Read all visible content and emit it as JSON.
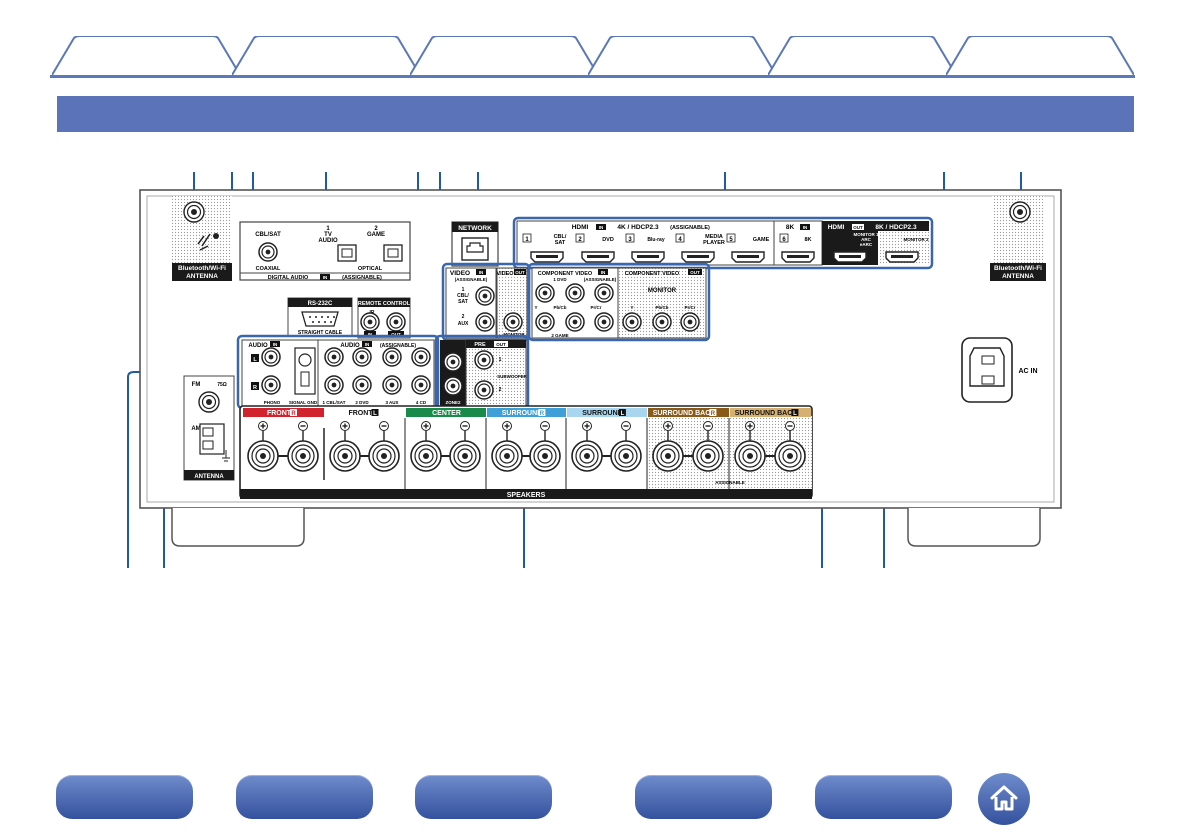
{
  "tabs": [
    {
      "label": ""
    },
    {
      "label": ""
    },
    {
      "label": ""
    },
    {
      "label": ""
    },
    {
      "label": ""
    },
    {
      "label": ""
    }
  ],
  "section_title": "",
  "panel": {
    "bt_antenna_left": [
      "Bluetooth/Wi-Fi",
      "ANTENNA"
    ],
    "bt_antenna_right": [
      "Bluetooth/Wi-Fi",
      "ANTENNA"
    ],
    "digital_audio": {
      "coaxial_top": "CBL/SAT",
      "coaxial_bottom": "COAXIAL",
      "opt1_num": "1",
      "opt1_name": [
        "TV",
        "AUDIO"
      ],
      "opt2_num": "2",
      "opt2_name": "GAME",
      "optical": "OPTICAL",
      "footer": "DIGITAL AUDIO",
      "footer_in": "IN",
      "footer_assignable": "(ASSIGNABLE)"
    },
    "network": "NETWORK",
    "hdmi_in": {
      "title": "HDMI",
      "in": "IN",
      "spec": "4K / HDCP2.3",
      "assignable": "(ASSIGNABLE)",
      "ports": [
        {
          "num": "1",
          "name": [
            "CBL/",
            "SAT"
          ]
        },
        {
          "num": "2",
          "name": [
            "DVD"
          ]
        },
        {
          "num": "3",
          "name": [
            "Blu-ray"
          ]
        },
        {
          "num": "4",
          "name": [
            "MEDIA",
            "PLAYER"
          ]
        },
        {
          "num": "5",
          "name": [
            "GAME"
          ]
        }
      ]
    },
    "hdmi_8k": {
      "title": "8K",
      "in": "IN",
      "num": "6",
      "name": "8K"
    },
    "hdmi_out": {
      "title": "HDMI",
      "out": "OUT",
      "spec": "8K / HDCP2.3",
      "monitor1": [
        "MONITOR 1",
        "ARC",
        "eARC"
      ],
      "monitor2": "MONITOR 2"
    },
    "video_in": {
      "title": "VIDEO",
      "in": "IN",
      "assignable": "(ASSIGNABLE)",
      "p1": [
        "1",
        "CBL/",
        "SAT"
      ],
      "p2": [
        "2",
        "AUX"
      ]
    },
    "video_out": {
      "title": "VIDEO",
      "out": "OUT",
      "monitor": "MONITOR"
    },
    "component_in": {
      "title": "COMPONENT VIDEO",
      "in": "IN",
      "assignable": "(ASSIGNABLE)",
      "row1": "1 DVD",
      "y": "Y",
      "pb": "Pb/Cb",
      "pr": "Pr/Cr",
      "row2": "2 GAME"
    },
    "component_out": {
      "title": "COMPONENT VIDEO",
      "out": "OUT",
      "monitor": "MONITOR",
      "y": "Y",
      "pb": "Pb/Cb",
      "pr": "Pr/Cr"
    },
    "rs232c": {
      "title": "RS-232C",
      "sub": "STRAIGHT CABLE"
    },
    "remote": {
      "title": "REMOTE CONTROL",
      "ir": "IR",
      "in": "IN",
      "out": "OUT"
    },
    "phono": {
      "title": "AUDIO",
      "in": "IN",
      "l": "L",
      "r": "R",
      "phono": "PHONO",
      "gnd": "SIGNAL GND"
    },
    "audio_in": {
      "title": "AUDIO",
      "in": "IN",
      "assignable": "(ASSIGNABLE)",
      "ports": [
        "1 CBL/SAT",
        "2 DVD",
        "3 AUX",
        "4 CD"
      ]
    },
    "zone2": {
      "label": "ZONE2"
    },
    "pre_out": {
      "title": "PRE",
      "out": "OUT",
      "sub1": "1",
      "subwoofer": "SUBWOOFER",
      "sub2": "2"
    },
    "antenna": {
      "fm": "FM",
      "fm_ohm": "75Ω",
      "am": "AM",
      "title": "ANTENNA"
    },
    "speakers": {
      "footer": "SPEAKERS",
      "assignable": "ASSIGNABLE",
      "groups": [
        {
          "name": "FRONT",
          "side": "R",
          "color": "#d0232e"
        },
        {
          "name": "FRONT",
          "side": "L",
          "color": "#ffffff"
        },
        {
          "name": "CENTER",
          "side": "",
          "color": "#1a8a4a"
        },
        {
          "name": "SURROUND",
          "side": "R",
          "color": "#3fa0d8"
        },
        {
          "name": "SURROUND",
          "side": "L",
          "color": "#a9d6ef"
        },
        {
          "name": "SURROUND BACK",
          "side": "R",
          "color": "#8a5a18"
        },
        {
          "name": "SURROUND BACK",
          "side": "L",
          "color": "#d6b070"
        }
      ]
    },
    "ac_in": "AC IN"
  },
  "colors": {
    "accent": "#5b73b8",
    "panel_border": "#6b6b6b",
    "highlight": "#3a66b0"
  },
  "icons": {
    "home": "home-icon"
  }
}
